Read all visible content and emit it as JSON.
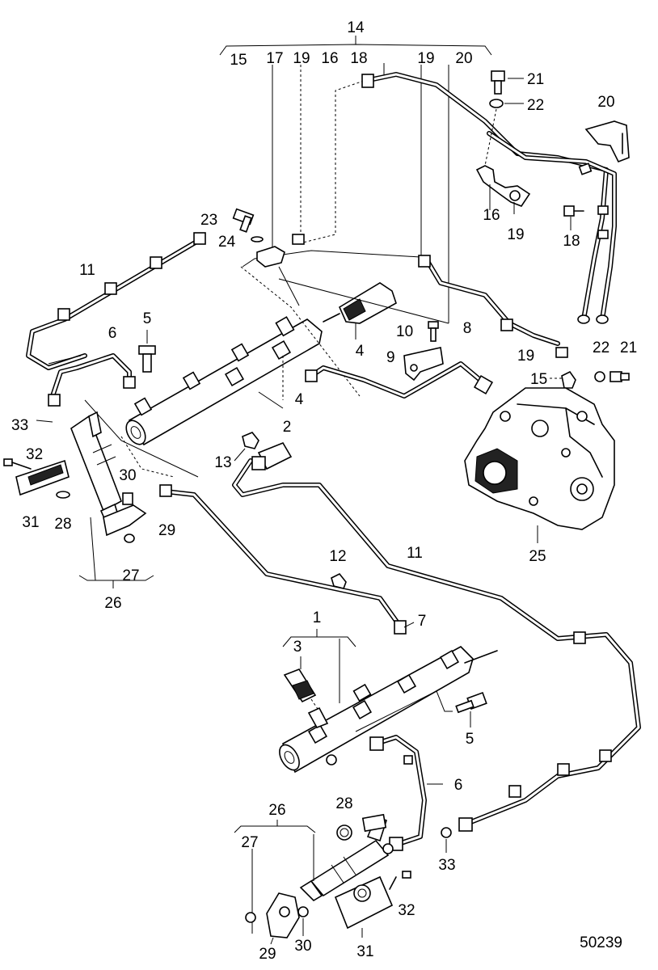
{
  "figure_id": "50239",
  "callouts": {
    "c14": "14",
    "c15a": "15",
    "c17": "17",
    "c19a": "19",
    "c16a": "16",
    "c18a": "18",
    "c19b": "19",
    "c20a": "20",
    "c21a": "21",
    "c22a": "22",
    "c20b": "20",
    "c23": "23",
    "c24": "24",
    "c16b": "16",
    "c19c": "19",
    "c18b": "18",
    "c11a": "11",
    "c6a": "6",
    "c5a": "5",
    "c4a": "4",
    "c4b": "4",
    "c2": "2",
    "c10": "10",
    "c8": "8",
    "c9": "9",
    "c19d": "19",
    "c22b": "22",
    "c21b": "21",
    "c15b": "15",
    "c33a": "33",
    "c32a": "32",
    "c31a": "31",
    "c28a": "28",
    "c30a": "30",
    "c29a": "29",
    "c27a": "27",
    "c26a": "26",
    "c13": "13",
    "c25": "25",
    "c12": "12",
    "c11b": "11",
    "c7": "7",
    "c1": "1",
    "c3": "3",
    "c5b": "5",
    "c6b": "6",
    "c28b": "28",
    "c26b": "26",
    "c27b": "27",
    "c33b": "33",
    "c32b": "32",
    "c29b": "29",
    "c30b": "30",
    "c31b": "31"
  }
}
